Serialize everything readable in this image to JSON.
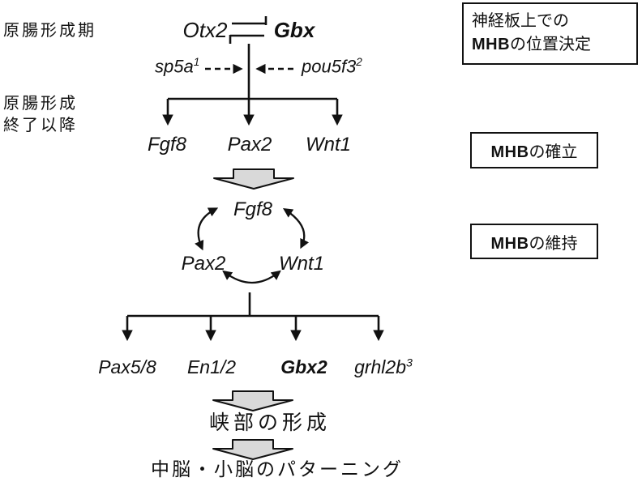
{
  "diagram": {
    "colors": {
      "line": "#111111",
      "block_arrow_fill": "#d9d9d9"
    },
    "stages": {
      "gastrulation_period": "原腸形成期",
      "post_gastrulation_line1": "原腸形成",
      "post_gastrulation_line2": "終了以降"
    },
    "mutual_inhibition": {
      "left_gene": "Otx2",
      "right_gene": "Gbx"
    },
    "modulators": {
      "left_base": "sp5a",
      "left_sup": "1",
      "right_base": "pou5f3",
      "right_sup": "2"
    },
    "establishment_genes": {
      "g1": "Fgf8",
      "g2": "Pax2",
      "g3": "Wnt1"
    },
    "maintenance_loop": {
      "top": "Fgf8",
      "left": "Pax2",
      "right": "Wnt1"
    },
    "downstream_genes": {
      "g1": "Pax5/8",
      "g2": "En1/2",
      "g3": "Gbx2",
      "g4_base": "grhl2b",
      "g4_sup": "3"
    },
    "outcomes": {
      "isthmus_formation": "峡部の形成",
      "patterning": "中脳・小脳のパターニング"
    },
    "annotation_boxes": {
      "positioning": {
        "line1": "神経板上での",
        "strong": "MHB",
        "rest": "の位置決定"
      },
      "establishment": {
        "strong": "MHB",
        "rest": "の確立"
      },
      "maintenance": {
        "strong": "MHB",
        "rest": "の維持"
      }
    }
  }
}
